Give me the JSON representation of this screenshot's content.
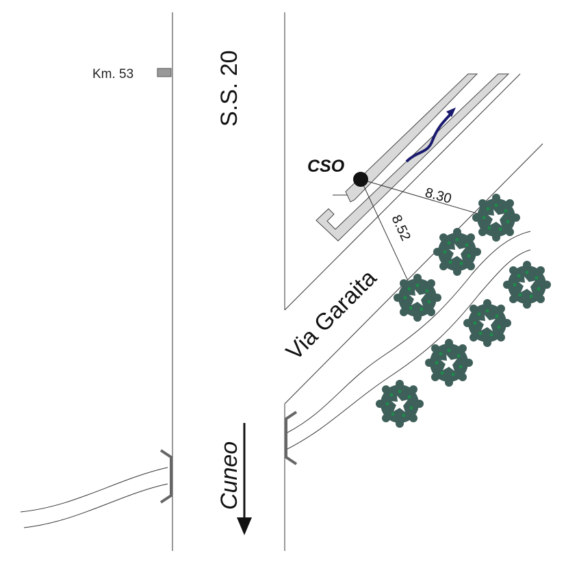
{
  "labels": {
    "km": "Km. 53",
    "road": "S.S. 20",
    "cso": "CSO",
    "dist1": "8.30",
    "dist2": "8.52",
    "street": "Via Garaita",
    "direction": "Cuneo"
  },
  "colors": {
    "line": "#333333",
    "channel": "#d9d9d9",
    "bracket": "#666666",
    "tree": "#3f5f5a",
    "tree_accent": "#1e8a4a",
    "flow_arrow": "#1a1a6e"
  }
}
